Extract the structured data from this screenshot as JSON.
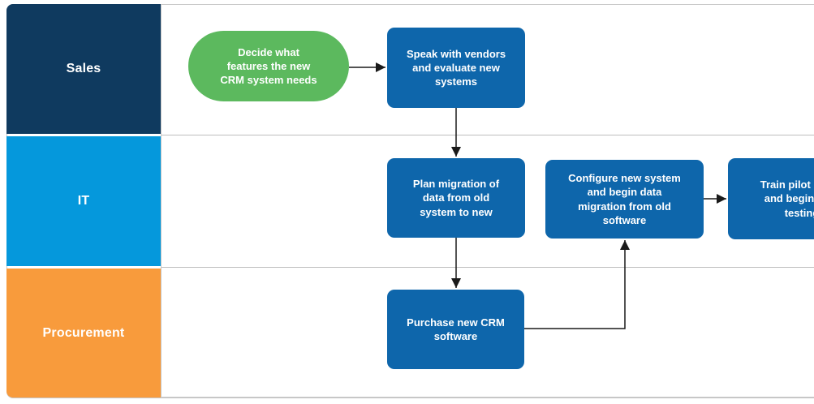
{
  "colors": {
    "lane_sales": "#0f3a5f",
    "lane_it": "#0598dc",
    "lane_procurement": "#f89b3c",
    "process_fill": "#0e66ab",
    "start_fill": "#5cb95e",
    "connector": "#1a1a1a",
    "frame_border": "#c7c7c7",
    "text": "#ffffff"
  },
  "diagram": {
    "type": "swimlane-flowchart",
    "lanes": [
      {
        "id": "sales",
        "label": "Sales",
        "color": "#0f3a5f"
      },
      {
        "id": "it",
        "label": "IT",
        "color": "#0598dc"
      },
      {
        "id": "procurement",
        "label": "Procurement",
        "color": "#f89b3c"
      }
    ],
    "nodes": [
      {
        "id": "decide-features",
        "lane": "sales",
        "shape": "start",
        "fill": "#5cb95e",
        "label": "Decide what features the new CRM system needs"
      },
      {
        "id": "speak-vendors",
        "lane": "sales",
        "shape": "process",
        "fill": "#0e66ab",
        "label": "Speak with vendors and evaluate new systems"
      },
      {
        "id": "plan-migration",
        "lane": "it",
        "shape": "process",
        "fill": "#0e66ab",
        "label": "Plan migration of data from old system to new"
      },
      {
        "id": "configure-system",
        "lane": "it",
        "shape": "process",
        "fill": "#0e66ab",
        "label": "Configure new system and begin data migration from old software"
      },
      {
        "id": "train-pilot",
        "lane": "it",
        "shape": "process",
        "fill": "#0e66ab",
        "label": "Train pilot group and begin user testing"
      },
      {
        "id": "purchase-software",
        "lane": "procurement",
        "shape": "process",
        "fill": "#0e66ab",
        "label": "Purchase new CRM software"
      }
    ],
    "connectors": [
      {
        "from": "decide-features",
        "to": "speak-vendors"
      },
      {
        "from": "speak-vendors",
        "to": "plan-migration"
      },
      {
        "from": "plan-migration",
        "to": "purchase-software"
      },
      {
        "from": "purchase-software",
        "to": "configure-system"
      },
      {
        "from": "configure-system",
        "to": "train-pilot"
      }
    ]
  }
}
